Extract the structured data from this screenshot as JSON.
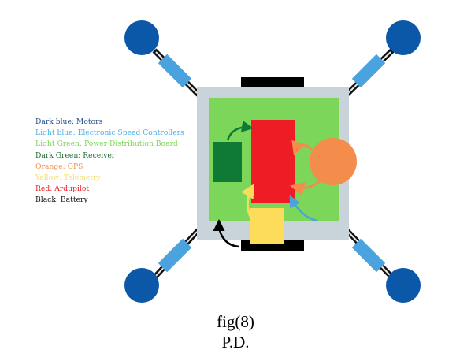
{
  "legend": [
    {
      "text": "Dark blue: Motors",
      "color": "#1f4e8c"
    },
    {
      "text": "Light blue: Electronic Speed Controllers",
      "color": "#4ab0e6"
    },
    {
      "text": "Light Green: Power Distribution Board",
      "color": "#7fd35a"
    },
    {
      "text": "Dark Green: Receiver",
      "color": "#1a6b35"
    },
    {
      "text": "Orange: GPS",
      "color": "#f2924d"
    },
    {
      "text": "Yellow: Telemetry",
      "color": "#f3e070"
    },
    {
      "text": "Red: Ardupilot",
      "color": "#e8202a"
    },
    {
      "text": "Black: Battery",
      "color": "#111111"
    }
  ],
  "caption": {
    "line1": "fig(8)",
    "line2": "P.D."
  },
  "colors": {
    "motor": "#0b57a8",
    "esc": "#4aa3df",
    "frame": "#c9d3da",
    "pdb": "#7bd65a",
    "receiver": "#0e7a35",
    "gps": "#f48c4c",
    "telemetry": "#fddc5c",
    "ardupilot": "#ee1c24",
    "battery": "#000000"
  }
}
